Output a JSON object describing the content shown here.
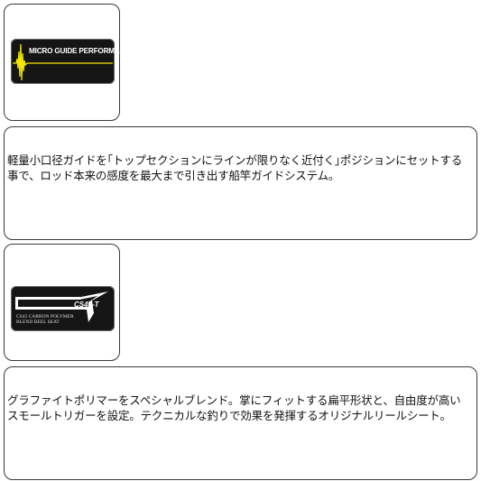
{
  "sections": [
    {
      "type": "logo",
      "text": "MICRO GUIDE PERFORMANCE",
      "accent_color": "#f2e600"
    },
    {
      "type": "description",
      "text": "軽量小口径ガイドを｢トップセクションにラインが限りなく近付く｣ポジションにセットする事で、ロッド本来の感度を最大まで引き出す船竿ガイドシステム。"
    },
    {
      "type": "logo",
      "model": "CS45-T",
      "subtitle_line1": "CS45 CARBON POLYMER",
      "subtitle_line2": "BLEND REEL SEAT"
    },
    {
      "type": "description",
      "text": "グラファイトポリマーをスペシャルブレンド。掌にフィットする扁平形状と、自由度が高いスモールトリガーを設定。テクニカルな釣りで効果を発揮するオリジナルリールシート。"
    }
  ]
}
